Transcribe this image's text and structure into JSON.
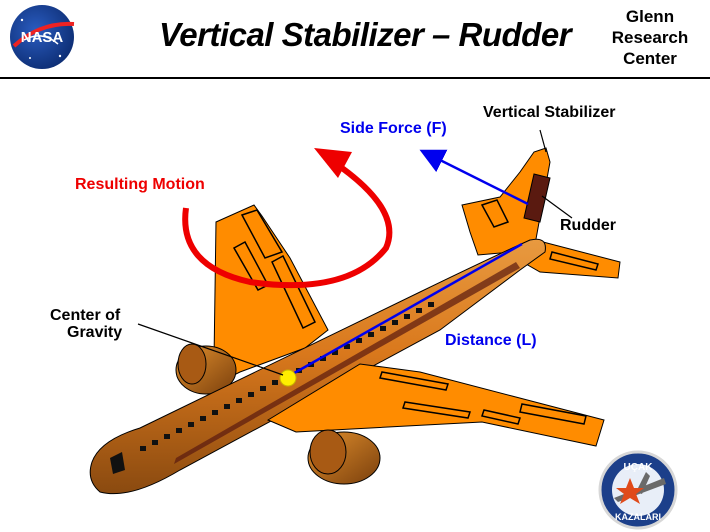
{
  "header": {
    "logo_text": "NASA",
    "title": "Vertical  Stabilizer – Rudder",
    "org_lines": [
      "Glenn",
      "Research",
      "Center"
    ]
  },
  "labels": {
    "vertical_stabilizer": "Vertical  Stabilizer",
    "side_force": "Side  Force (F)",
    "resulting_motion": "Resulting  Motion",
    "rudder": "Rudder",
    "center_of_gravity_line1": "Center  of",
    "center_of_gravity_line2": "Gravity",
    "distance": "Distance (L)"
  },
  "badge": {
    "top_text": "UÇAK",
    "bottom_text": "KAZALARI"
  },
  "colors": {
    "airframe": "#ff8c00",
    "fuselage": "#d97a1e",
    "outline": "#000000",
    "force_arrow": "#0000ee",
    "motion_arrow": "#ee0000",
    "center_of_gravity": "#ffee00",
    "rudder": "#5a1a10",
    "nasa_blue": "#0b3d91"
  },
  "icons": [
    "nasa-logo",
    "ucak-kazalari-badge"
  ]
}
